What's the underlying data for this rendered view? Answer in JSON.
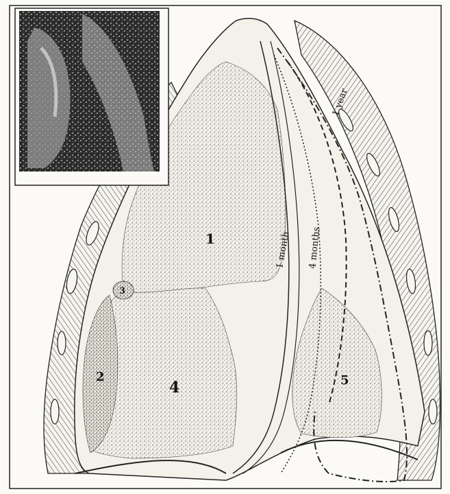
{
  "illustration": {
    "region_labels": [
      "1",
      "2",
      "3",
      "4",
      "5"
    ],
    "curve_labels": {
      "one_month": "1 month",
      "four_months": "4 months",
      "one_year": "1 year"
    }
  }
}
